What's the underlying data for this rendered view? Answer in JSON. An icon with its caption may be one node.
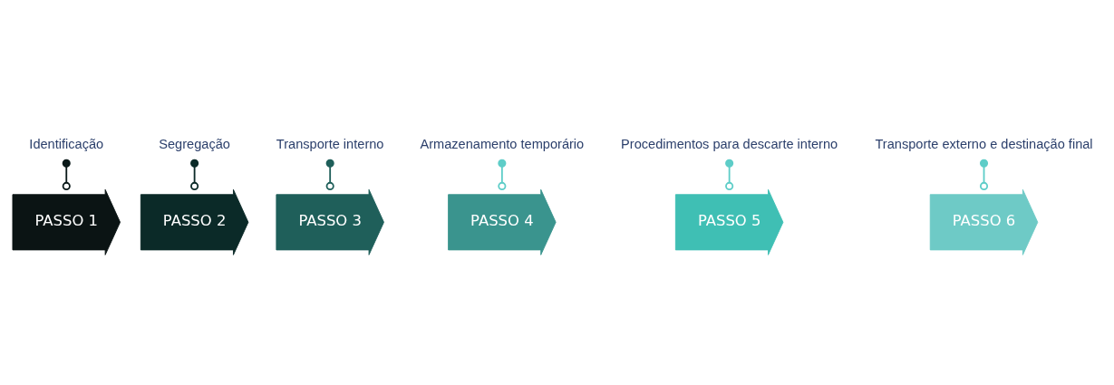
{
  "diagram": {
    "nodes": [
      {
        "text": [
          "Identificação"
        ]
      },
      {
        "text": [
          "PASSO 1"
        ]
      },
      {
        "text": [
          "Segregação"
        ]
      },
      {
        "text": [
          "PASSO 2"
        ]
      },
      {
        "text": [
          "Transporte interno"
        ]
      },
      {
        "text": [
          "PASSO 3"
        ]
      },
      {
        "text": [
          "Armazenamento temporário"
        ]
      },
      {
        "text": [
          "PASSO 4"
        ]
      },
      {
        "text": [
          "Procedimentos para descarte interno"
        ]
      },
      {
        "text": [
          "PASSO 5"
        ]
      },
      {
        "text": [
          "Transporte externo e destinação final"
        ]
      },
      {
        "text": [
          "PASSO 6"
        ]
      }
    ],
    "edges": [
      {
        "from": 0,
        "to": 1,
        "arrow": "other",
        "color": "#0b1a1a"
      },
      {
        "from": 2,
        "to": 3,
        "arrow": "other",
        "color": "#0b2a28"
      },
      {
        "from": 4,
        "to": 5,
        "arrow": "other",
        "color": "#1f5f5a"
      },
      {
        "from": 6,
        "to": 7,
        "arrow": "other"
      },
      {
        "from": 8,
        "to": 9,
        "arrow": "other"
      },
      {
        "from": 10,
        "to": 11,
        "arrow": "other"
      }
    ]
  }
}
